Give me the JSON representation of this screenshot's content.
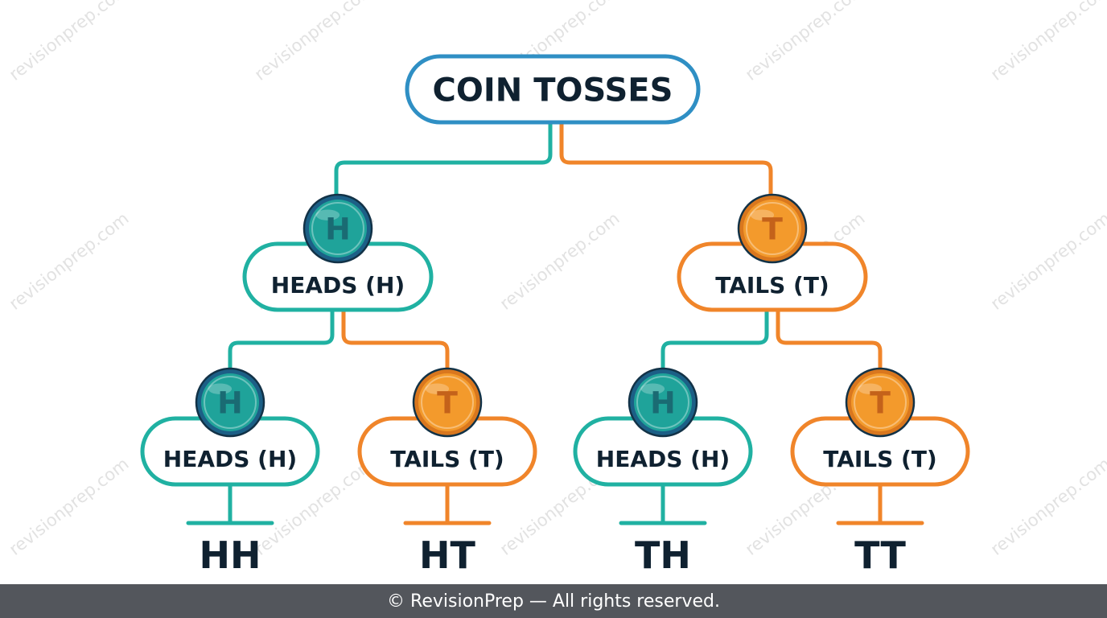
{
  "diagram": {
    "root": {
      "label": "COIN TOSSES"
    },
    "level1": [
      {
        "coin": "H",
        "label": "HEADS (H)",
        "side": "heads"
      },
      {
        "coin": "T",
        "label": "TAILS (T)",
        "side": "tails"
      }
    ],
    "level2": [
      {
        "coin": "H",
        "label": "HEADS (H)",
        "side": "heads",
        "outcome": "HH"
      },
      {
        "coin": "T",
        "label": "TAILS (T)",
        "side": "tails",
        "outcome": "HT"
      },
      {
        "coin": "H",
        "label": "HEADS (H)",
        "side": "heads",
        "outcome": "TH"
      },
      {
        "coin": "T",
        "label": "TAILS (T)",
        "side": "tails",
        "outcome": "TT"
      }
    ],
    "colors": {
      "root_border": "#2f8fc4",
      "heads": "#20b1a2",
      "heads_coin": "#1fa39a",
      "heads_coin_ring": "#1c5f86",
      "tails": "#f0852a",
      "tails_coin": "#f39a2c",
      "tails_coin_ring": "#d9771e",
      "text": "#0f2130",
      "footer_bg": "#53565c",
      "watermark": "#e2e2e2"
    }
  },
  "watermark": {
    "text": "revisionprep.com"
  },
  "footer": {
    "text": "© RevisionPrep — All rights reserved."
  }
}
